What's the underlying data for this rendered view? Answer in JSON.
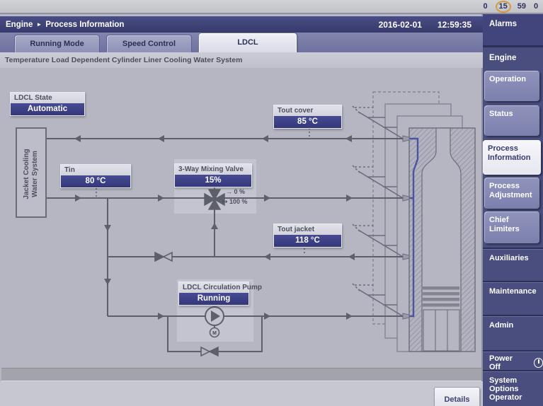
{
  "status_bar": {
    "counts": [
      {
        "value": "0",
        "highlight": false
      },
      {
        "value": "15",
        "highlight": true
      },
      {
        "value": "59",
        "highlight": false
      },
      {
        "value": "0",
        "highlight": false
      }
    ]
  },
  "header": {
    "breadcrumb_root": "Engine",
    "breadcrumb_separator": "►",
    "breadcrumb_page": "Process Information",
    "date": "2016-02-01",
    "time": "12:59:35"
  },
  "tabs": [
    {
      "label": "Running Mode",
      "active": false
    },
    {
      "label": "Speed Control",
      "active": false
    },
    {
      "label": "LDCL",
      "active": true
    }
  ],
  "subtitle": "Temperature Load Dependent Cylinder Liner Cooling Water System",
  "diagram": {
    "ldcl_state": {
      "label": "LDCL State",
      "value": "Automatic"
    },
    "tin": {
      "label": "Tin",
      "value": "80 °C"
    },
    "tout_cover": {
      "label": "Tout cover",
      "value": "85 °C"
    },
    "mixing_valve": {
      "label": "3-Way Mixing Valve",
      "value": "15%",
      "min_label": "→ 0 %",
      "max_label": "↦ 100 %"
    },
    "tout_jacket": {
      "label": "Tout jacket",
      "value": "118 °C"
    },
    "pump": {
      "label": "LDCL Circulation Pump",
      "value": "Running",
      "motor_label": "M"
    },
    "jacket_box": {
      "line1": "Jacket Cooling",
      "line2": "Water System"
    }
  },
  "footer": {
    "details_label": "Details"
  },
  "sidebar": {
    "alarms_label": "Alarms",
    "section_label": "Engine",
    "buttons": [
      {
        "label": "Operation",
        "selected": false
      },
      {
        "label": "Status",
        "selected": false
      },
      {
        "label": "Process Information",
        "selected": true
      },
      {
        "label": "Process Adjustment",
        "selected": false
      },
      {
        "label": "Chief Limiters",
        "selected": false
      }
    ],
    "flat_items": [
      {
        "label": "Auxiliaries"
      },
      {
        "label": "Maintenance"
      },
      {
        "label": "Admin"
      }
    ],
    "power_off_label": "Power Off",
    "system_options_label": "System Options",
    "operator_label": "Operator"
  },
  "colors": {
    "header_navy": "#3b3e72",
    "value_box_navy": "#3d4186",
    "sidebar_blue": "#4a4e7e",
    "alarm_ring_yellow": "#d49a3c",
    "pipe_gray": "#5d5f6b",
    "cooling_channel_blue": "#4a55a2"
  }
}
